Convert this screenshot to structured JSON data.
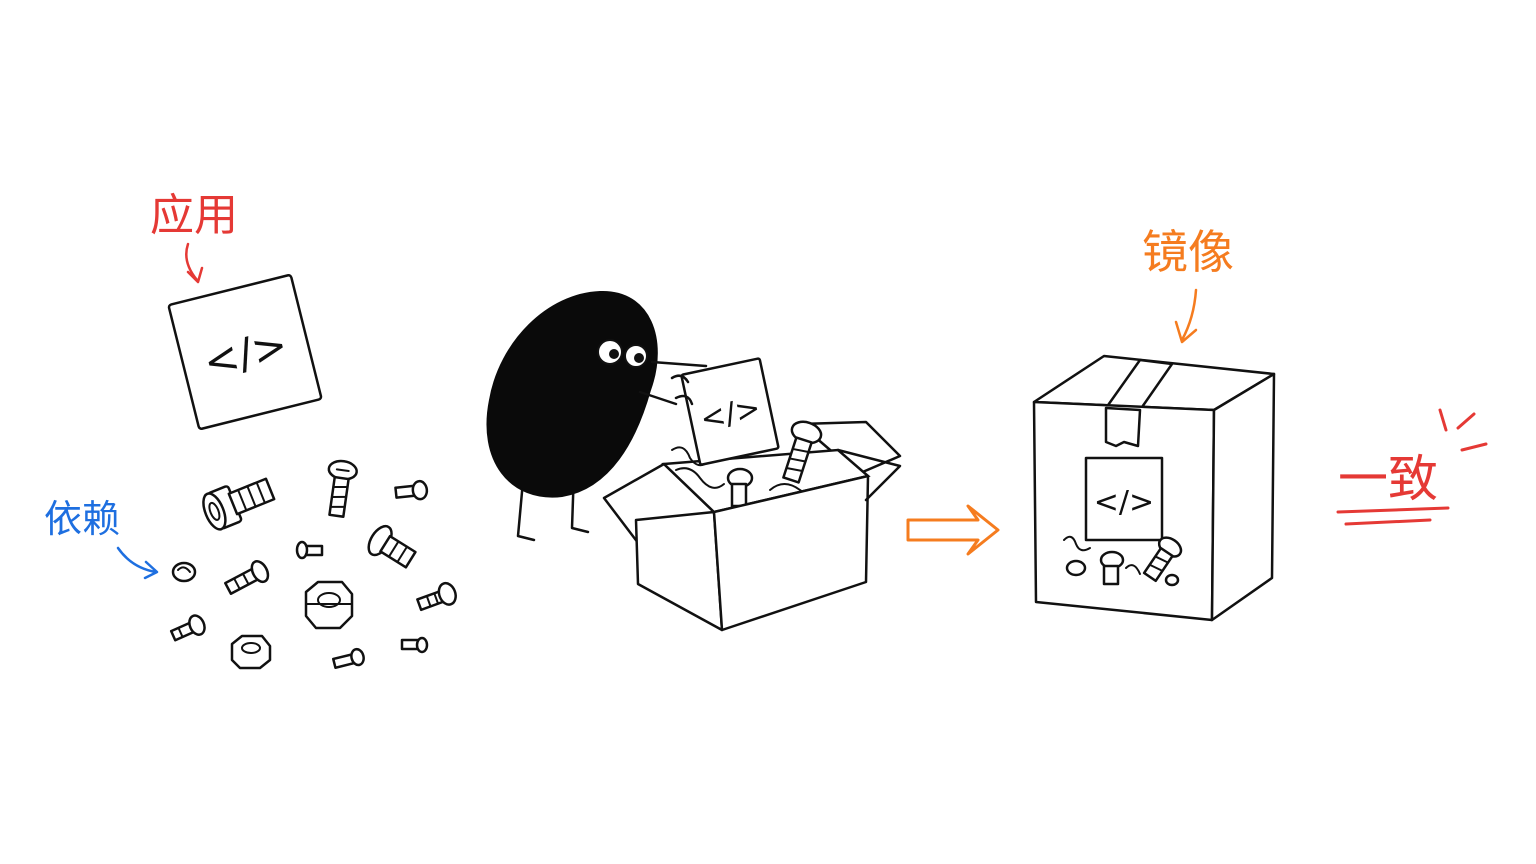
{
  "labels": {
    "app": "应用",
    "dependencies": "依赖",
    "image": "镜像",
    "consistent": "一致"
  },
  "icons": {
    "code_symbol": "</>"
  },
  "colors": {
    "app": "#e53935",
    "dependencies": "#1e6fe0",
    "image": "#f57c1f",
    "process_arrow": "#f57c1f",
    "consistent": "#e53935",
    "ink": "#111111"
  }
}
